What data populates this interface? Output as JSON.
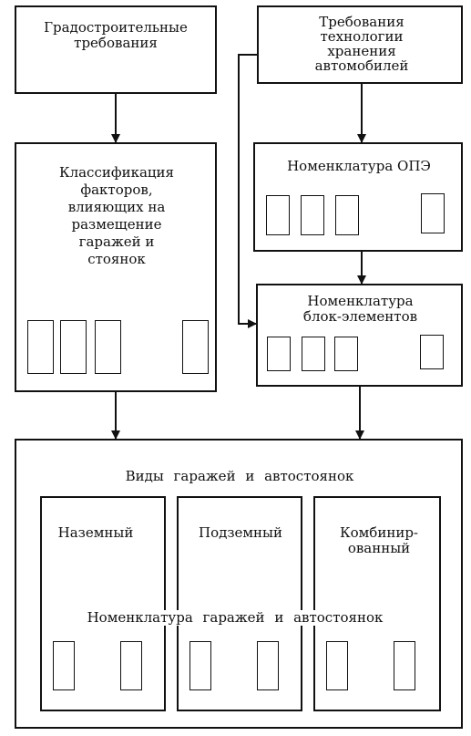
{
  "boxes": {
    "urban_requirements": "Градостроительные\nтребования",
    "storage_technology": "Требования\nтехнологии\nхранения\nавтомобилей",
    "factor_classification": "Классификация\nфакторов,\nвлияющих на\nразмещение\nгаражей и\nстоянок",
    "ope_nomenclature": "Номенклатура ОПЭ",
    "block_nomenclature": "Номенклатура\nблок-элементов",
    "garage_types": "Виды гаражей и автостоянок",
    "ground": "Наземный",
    "underground": "Подземный",
    "combined": "Комбинир-\nованный",
    "garage_nomenclature": "Номенклатура гаражей и автостоянок"
  }
}
